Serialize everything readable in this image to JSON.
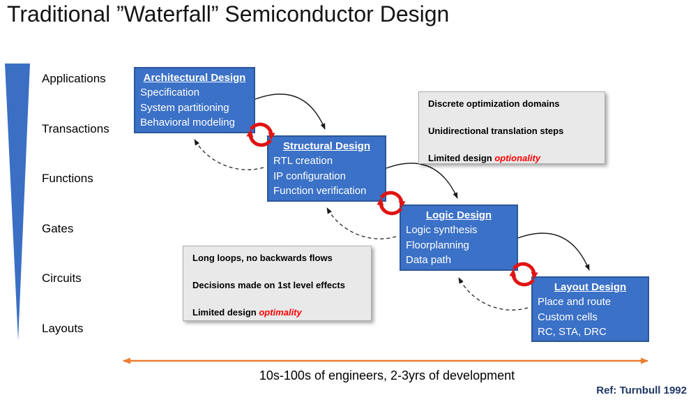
{
  "title": "Traditional ”Waterfall” Semiconductor Design",
  "abstraction_levels": [
    "Applications",
    "Transactions",
    "Functions",
    "Gates",
    "Circuits",
    "Layouts"
  ],
  "stages": [
    {
      "title": "Architectural Design",
      "items": [
        "Specification",
        "System partitioning",
        "Behavioral modeling"
      ]
    },
    {
      "title": "Structural Design",
      "items": [
        "RTL creation",
        "IP configuration",
        "Function verification"
      ]
    },
    {
      "title": "Logic Design",
      "items": [
        "Logic synthesis",
        "Floorplanning",
        "Data path"
      ]
    },
    {
      "title": "Layout Design",
      "items": [
        "Place and route",
        "Custom cells",
        "RC, STA, DRC"
      ]
    }
  ],
  "notes": {
    "top_right": {
      "line1": "Discrete optimization domains",
      "line2": "Unidirectional translation steps",
      "line3_prefix": "Limited design ",
      "line3_emphasis": "optionality"
    },
    "bottom_left": {
      "line1": "Long loops, no backwards flows",
      "line2": "Decisions made on 1st level effects",
      "line3_prefix": "Limited design ",
      "line3_emphasis": "optimality"
    }
  },
  "timeline_caption": "10s-100s of engineers, 2-3yrs of development",
  "reference": "Ref: Turnbull 1992",
  "icons": {
    "loop": "circular-iteration-loop-icon",
    "funnel": "abstraction-funnel-triangle",
    "timeline": "double-headed-arrow"
  },
  "colors": {
    "stage_fill": "#3B71C6",
    "stage_border": "#2A5699",
    "funnel_blue": "#3B6FC4",
    "note_bg": "#E9E9E9",
    "note_border": "#ABABAB",
    "emphasis_red": "#FF0000",
    "loop_red": "#E01312",
    "timeline_orange": "#ED7D31",
    "connector_black": "#1a1a1a",
    "reference_navy": "#1F3864"
  }
}
